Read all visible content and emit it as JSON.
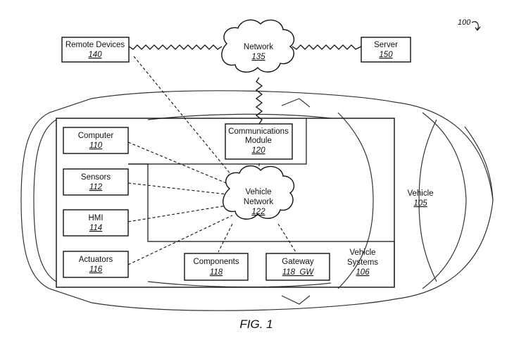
{
  "figure_ref": "100",
  "caption": "FIG. 1",
  "nodes": {
    "remote_devices": {
      "label": "Remote Devices",
      "number": "140"
    },
    "network": {
      "label": "Network",
      "number": "135"
    },
    "server": {
      "label": "Server",
      "number": "150"
    },
    "computer": {
      "label": "Computer",
      "number": "110"
    },
    "sensors": {
      "label": "Sensors",
      "number": "112"
    },
    "hmi": {
      "label": "HMI",
      "number": "114"
    },
    "actuators": {
      "label": "Actuators",
      "number": "116"
    },
    "comms_module": {
      "label_line1": "Communications",
      "label_line2": "Module",
      "number": "120"
    },
    "vehicle_network": {
      "label_line1": "Vehicle",
      "label_line2": "Network",
      "number": "122"
    },
    "components": {
      "label": "Components",
      "number": "118"
    },
    "gateway": {
      "label": "Gateway",
      "number": "118_GW"
    },
    "vehicle_systems": {
      "label_line1": "Vehicle",
      "label_line2": "Systems",
      "number": "106"
    },
    "vehicle": {
      "label": "Vehicle",
      "number": "105"
    }
  }
}
